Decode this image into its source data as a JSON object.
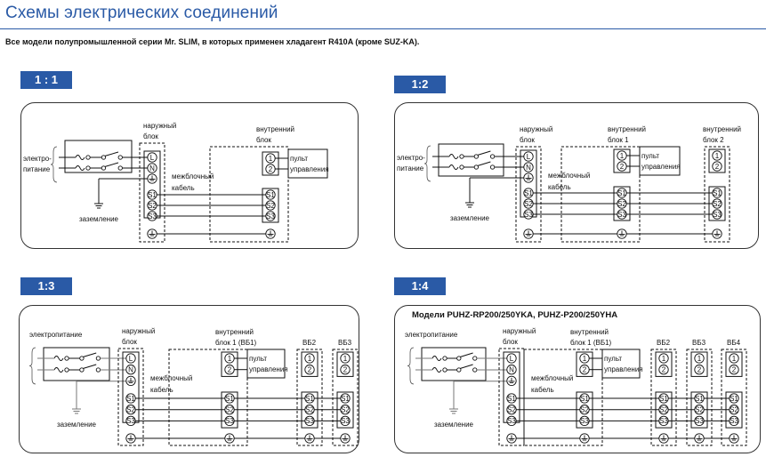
{
  "header": {
    "title": "Схемы электрических соединений",
    "subtitle": "Все модели полупромышленной серии Mr. SLIM, в которых применен хладагент R410A (кроме SUZ-KA)."
  },
  "colors": {
    "accent": "#2a5aa6",
    "line": "#111111",
    "power_line_gray": "#777777"
  },
  "labels": {
    "outdoor_unit": [
      "наружный",
      "блок"
    ],
    "indoor_unit": [
      "внутренний",
      "блок"
    ],
    "indoor_unit_1": [
      "внутренний",
      "блок 1"
    ],
    "indoor_unit_2": [
      "внутренний",
      "блок 2"
    ],
    "indoor_unit_vb1": [
      "внутренний",
      "блок 1 (ВБ1)"
    ],
    "power_split": [
      "электро-",
      "питание"
    ],
    "power": "электропитание",
    "ground": "заземление",
    "interunit_cable": [
      "межблочный",
      "кабель"
    ],
    "remote": [
      "пульт",
      "управления"
    ],
    "vb2": "ВБ2",
    "vb3": "ВБ3",
    "vb4": "ВБ4"
  },
  "terminals": {
    "outdoor": [
      "L",
      "N",
      "⏚",
      "S1",
      "S2",
      "S3"
    ],
    "remote": [
      "1",
      "2"
    ],
    "signal": [
      "S1",
      "S2",
      "S3"
    ],
    "earth": "⏚"
  },
  "diagrams": [
    {
      "ratio": "1 : 1",
      "indoor_units": 1,
      "models": "",
      "power_label_style": "split"
    },
    {
      "ratio": "1:2",
      "indoor_units": 2,
      "models": "",
      "power_label_style": "split"
    },
    {
      "ratio": "1:3",
      "indoor_units": 3,
      "models": "",
      "power_label_style": "single"
    },
    {
      "ratio": "1:4",
      "indoor_units": 4,
      "models": "Модели PUHZ-RP200/250YKA, PUHZ-P200/250YHA",
      "power_label_style": "single"
    }
  ]
}
